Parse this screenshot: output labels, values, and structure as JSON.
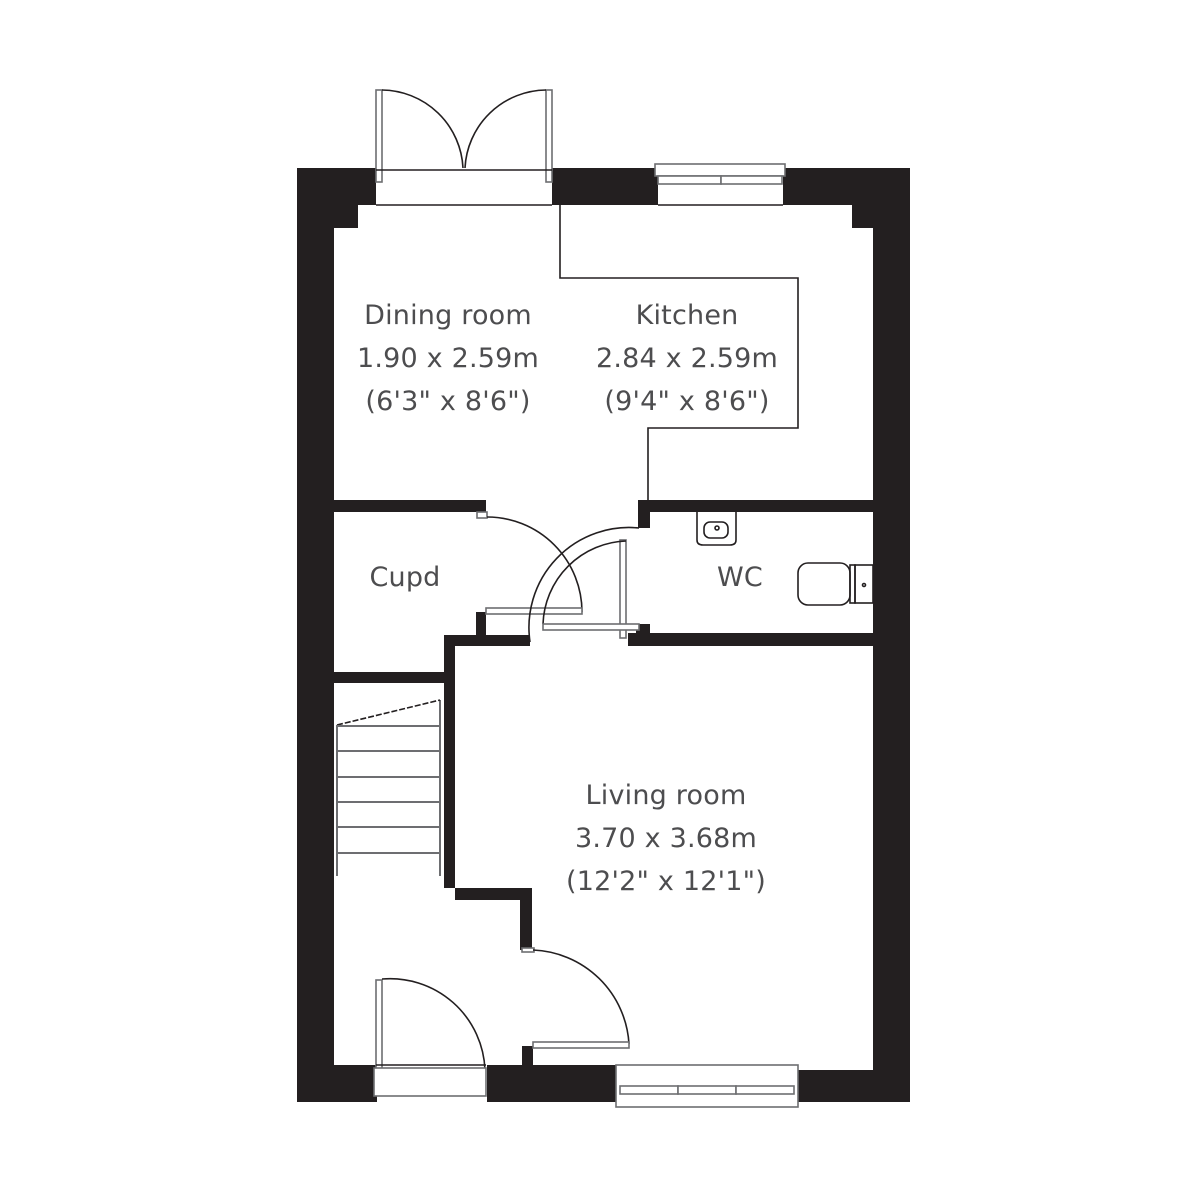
{
  "floor_plan": {
    "colors": {
      "wall": "#231f20",
      "text": "#4d4d4f",
      "fixture_line": "#6d6e71",
      "background": "#ffffff"
    },
    "rooms": {
      "dining": {
        "name": "Dining room",
        "metric": "1.90 x 2.59m",
        "imperial": "(6'3\" x 8'6\")"
      },
      "kitchen": {
        "name": "Kitchen",
        "metric": "2.84 x 2.59m",
        "imperial": "(9'4\" x 8'6\")"
      },
      "cupd": {
        "name": "Cupd"
      },
      "wc": {
        "name": "WC"
      },
      "living": {
        "name": "Living room",
        "metric": "3.70 x 3.68m",
        "imperial": "(12'2\" x 12'1\")"
      }
    },
    "features": [
      "french-doors",
      "kitchen-window",
      "cupboard-door",
      "wc-door",
      "hall-door",
      "front-door",
      "living-room-window",
      "staircase",
      "wash-basin",
      "toilet"
    ]
  }
}
